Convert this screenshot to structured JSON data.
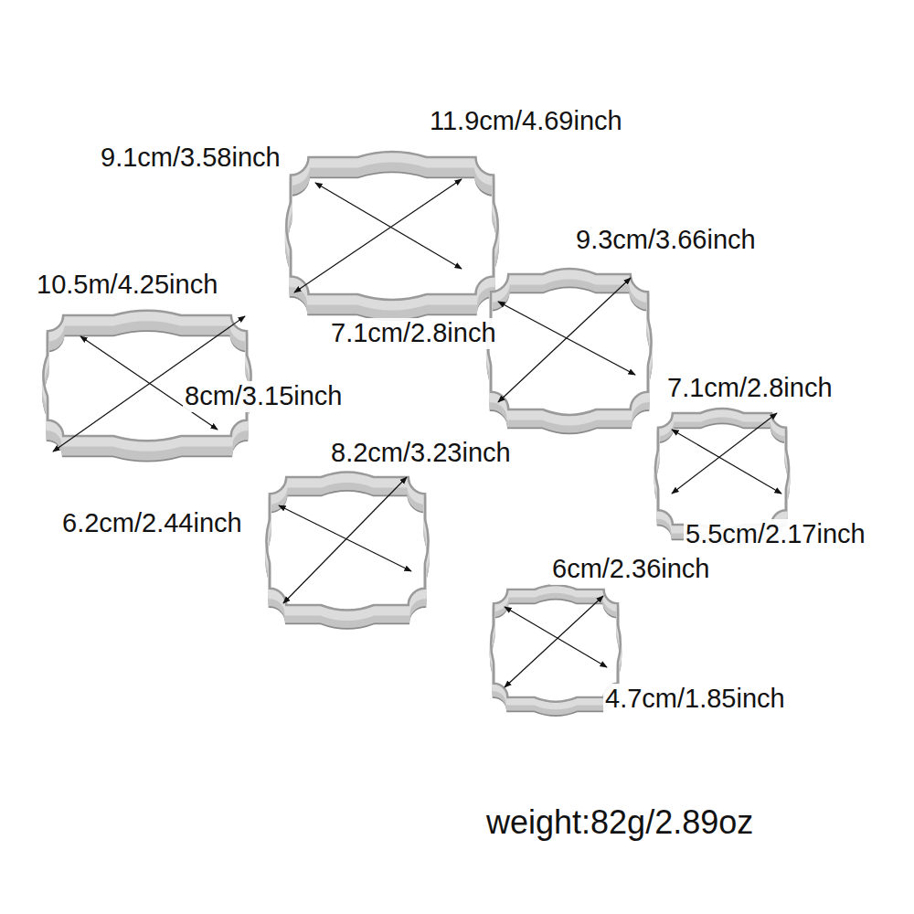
{
  "diagram": {
    "labels": [
      "11.9cm/4.69inch",
      "9.1cm/3.58inch",
      "9.3cm/3.66inch",
      "10.5m/4.25inch",
      "7.1cm/2.8inch",
      "8cm/3.15inch",
      "7.1cm/2.8inch",
      "8.2cm/3.23inch",
      "5.5cm/2.17inch",
      "6.2cm/2.44inch",
      "6cm/2.36inch",
      "4.7cm/1.85inch",
      "weight:82g/2.89oz"
    ]
  }
}
